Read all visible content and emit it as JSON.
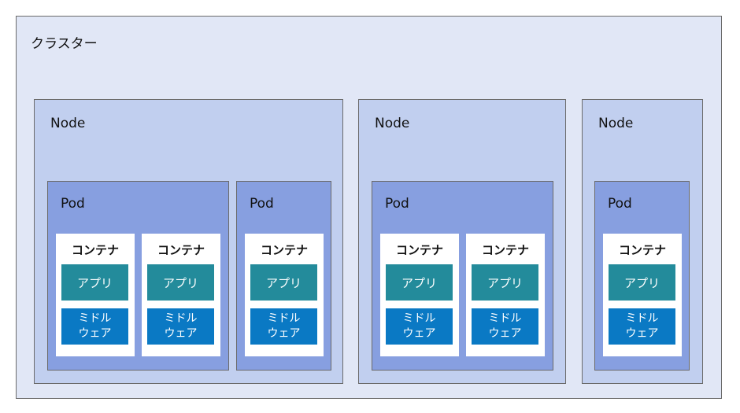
{
  "cluster": {
    "label": "クラスター"
  },
  "nodes": [
    {
      "label": "Node",
      "pods": [
        {
          "label": "Pod",
          "containers": [
            {
              "title": "コンテナ",
              "app": "アプリ",
              "middleware": [
                "ミドル",
                "ウェア"
              ]
            },
            {
              "title": "コンテナ",
              "app": "アプリ",
              "middleware": [
                "ミドル",
                "ウェア"
              ]
            }
          ]
        },
        {
          "label": "Pod",
          "containers": [
            {
              "title": "コンテナ",
              "app": "アプリ",
              "middleware": [
                "ミドル",
                "ウェア"
              ]
            }
          ]
        }
      ]
    },
    {
      "label": "Node",
      "pods": [
        {
          "label": "Pod",
          "containers": [
            {
              "title": "コンテナ",
              "app": "アプリ",
              "middleware": [
                "ミドル",
                "ウェア"
              ]
            },
            {
              "title": "コンテナ",
              "app": "アプリ",
              "middleware": [
                "ミドル",
                "ウェア"
              ]
            }
          ]
        }
      ]
    },
    {
      "label": "Node",
      "pods": [
        {
          "label": "Pod",
          "containers": [
            {
              "title": "コンテナ",
              "app": "アプリ",
              "middleware": [
                "ミドル",
                "ウェア"
              ]
            }
          ]
        }
      ]
    }
  ]
}
